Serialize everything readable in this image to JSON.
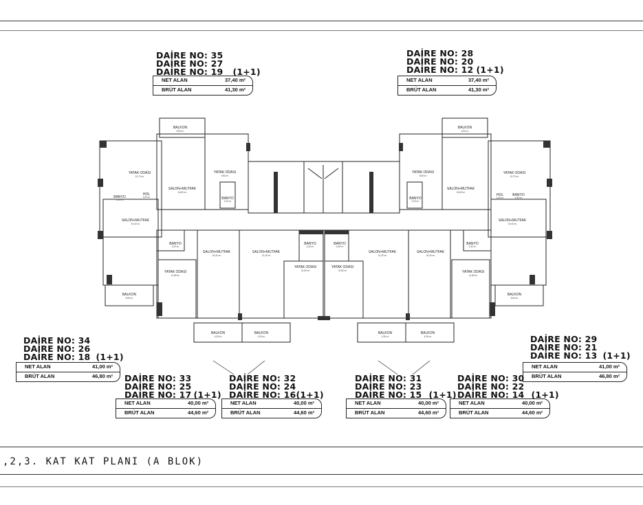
{
  "units": [
    {
      "lines": [
        "DAİRE NO: 35",
        "DAİRE NO: 27",
        "DAİRE NO: 19"
      ],
      "type": "(1+1)",
      "net_label": "NET ALAN",
      "net": "37,40 m²",
      "brut_label": "BRÜT ALAN",
      "brut": "41,30 m²"
    },
    {
      "lines": [
        "DAİRE NO: 28",
        "DAİRE NO: 20",
        "DAİRE NO: 12"
      ],
      "type": "(1+1)",
      "net_label": "NET ALAN",
      "net": "37,40 m²",
      "brut_label": "BRÜT ALAN",
      "brut": "41,30 m²"
    },
    {
      "lines": [
        "DAİRE NO: 34",
        "DAİRE NO: 26",
        "DAİRE NO: 18"
      ],
      "type": "(1+1)",
      "net_label": "NET ALAN",
      "net": "41,00 m²",
      "brut_label": "BRÜT ALAN",
      "brut": "46,80 m²"
    },
    {
      "lines": [
        "DAİRE NO: 29",
        "DAİRE NO: 21",
        "DAİRE NO: 13"
      ],
      "type": "(1+1)",
      "net_label": "NET ALAN",
      "net": "41,00 m²",
      "brut_label": "BRÜT ALAN",
      "brut": "46,80 m²"
    },
    {
      "lines": [
        "DAİRE NO: 33",
        "DAİRE NO: 25",
        "DAİRE NO: 17"
      ],
      "type": "(1+1)",
      "net_label": "NET ALAN",
      "net": "40,00 m²",
      "brut_label": "BRÜT ALAN",
      "brut": "44,60 m²"
    },
    {
      "lines": [
        "DAİRE NO: 32",
        "DAİRE NO: 24",
        "DAİRE NO: 16"
      ],
      "type": "(1+1)",
      "net_label": "NET ALAN",
      "net": "40,00 m²",
      "brut_label": "BRÜT ALAN",
      "brut": "44,60 m²"
    },
    {
      "lines": [
        "DAİRE NO: 31",
        "DAİRE NO: 23",
        "DAİRE NO: 15"
      ],
      "type": "(1+1)",
      "net_label": "NET ALAN",
      "net": "40,00 m²",
      "brut_label": "BRÜT ALAN",
      "brut": "44,60 m²"
    },
    {
      "lines": [
        "DAİRE NO: 30",
        "DAİRE NO: 22",
        "DAİRE NO: 14"
      ],
      "type": "(1+1)",
      "net_label": "NET ALAN",
      "net": "40,00 m²",
      "brut_label": "BRÜT ALAN",
      "brut": "44,60 m²"
    }
  ],
  "rooms": {
    "balkon": "BALKON",
    "yatak_odasi": "YATAK ODASI",
    "salon_mutfak": "SALON+MUTFAK",
    "banyo": "BANYO",
    "hol": "HOL"
  },
  "room_areas": {
    "balkon_top": "5,50 m²",
    "yatak_top": "9,80 m²",
    "salon_top": "16,80 m²",
    "banyo_top": "3,20 m²",
    "yatak_side": "10,70 m²",
    "banyo_side": "2,90 m²",
    "hol_side": "3,40 m²",
    "salon_side": "19,40 m²",
    "balkon_side": "5,60 m²",
    "banyo_mid": "3,30 m²",
    "salon_mid": "20,30 m²",
    "salon_inner": "21,20 m²",
    "banyo_inner": "3,40 m²",
    "yatak_inner": "10,60 m²",
    "yatak_end": "11,80 m²",
    "balkon_bottom": "4,30 m²"
  },
  "plan_title": ",2,3. KAT  KAT PLANI (A BLOK)"
}
